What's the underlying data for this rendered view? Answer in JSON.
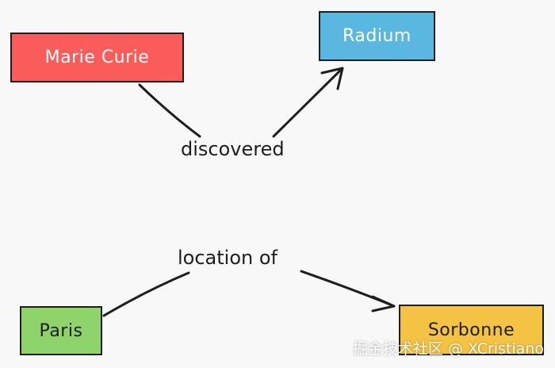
{
  "nodes": {
    "marie_curie": {
      "label": "Marie Curie",
      "color": "#fa5c5c"
    },
    "radium": {
      "label": "Radium",
      "color": "#5ab8e0"
    },
    "paris": {
      "label": "Paris",
      "color": "#8fd36b"
    },
    "sorbonne": {
      "label": "Sorbonne",
      "color": "#f5c344"
    }
  },
  "edges": {
    "discovered": {
      "label": "discovered",
      "from": "Marie Curie",
      "to": "Radium"
    },
    "location_of": {
      "label": "location of",
      "from": "Paris",
      "to": "Sorbonne"
    }
  },
  "watermark": "掘金技术社区 @ XCristiano",
  "colors": {
    "stroke": "#1e1e1e",
    "background": "#f8f8f8"
  }
}
